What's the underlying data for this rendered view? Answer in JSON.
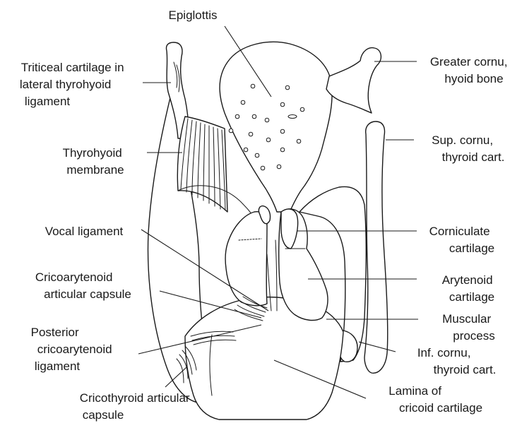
{
  "colors": {
    "ink": "#1a1a1a",
    "background": "#ffffff"
  },
  "labels": {
    "epiglottis": [
      "Epiglottis"
    ],
    "triticeal": [
      "Triticeal cartilage in",
      "lateral thyrohyoid",
      "ligament"
    ],
    "greater_cornu": [
      "Greater cornu,",
      "hyoid bone"
    ],
    "thyrohyoid_membrane": [
      "Thyrohyoid",
      "membrane"
    ],
    "sup_cornu": [
      "Sup. cornu,",
      "thyroid cart."
    ],
    "vocal_ligament": [
      "Vocal ligament"
    ],
    "corniculate": [
      "Corniculate",
      "cartilage"
    ],
    "cricoarytenoid_capsule": [
      "Cricoarytenoid",
      "articular capsule"
    ],
    "arytenoid": [
      "Arytenoid",
      "cartilage"
    ],
    "muscular_process": [
      "Muscular",
      "process"
    ],
    "posterior_ligament": [
      "Posterior",
      "cricoarytenoid",
      "ligament"
    ],
    "inf_cornu": [
      "Inf. cornu,",
      "thyroid cart."
    ],
    "cricothyroid_capsule": [
      "Cricothyroid articular",
      "capsule"
    ],
    "lamina": [
      "Lamina of",
      "cricoid cartilage"
    ]
  }
}
